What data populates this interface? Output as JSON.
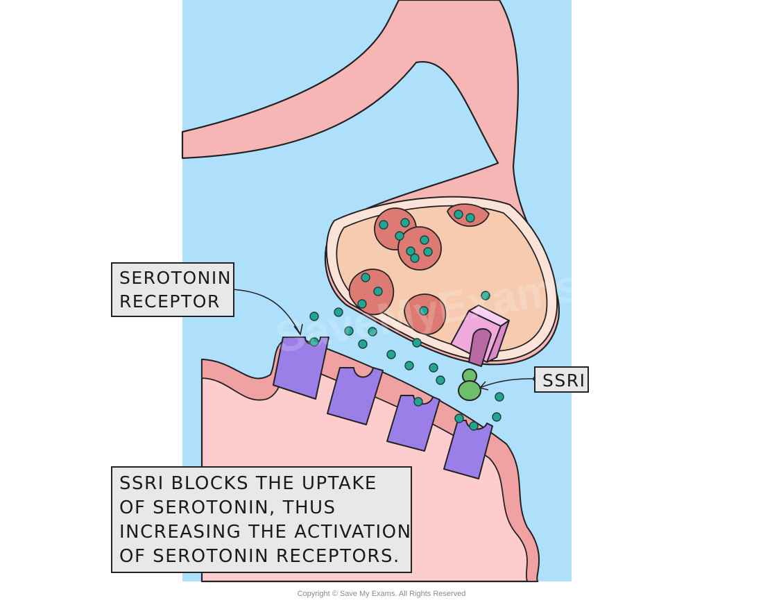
{
  "labels": {
    "serotonin_receptor": [
      "SEROTONIN",
      "RECEPTOR"
    ],
    "ssri": "SSRI"
  },
  "caption": [
    "SSRI BLOCKS THE UPTAKE",
    "OF SEROTONIN, THUS",
    "INCREASING THE ACTIVATION",
    "OF SEROTONIN RECEPTORS."
  ],
  "watermark": "SaveMyExams",
  "copyright": "Copyright © Save My Exams. All Rights Reserved",
  "colors": {
    "synaptic_cleft": "#aee0fb",
    "neuron": "#f6b6b6",
    "terminal_interior": "#f6cbb0",
    "vesicle": "#dd7a73",
    "serotonin": "#23a593",
    "receptor": "#9b7ee8",
    "reuptake_transporter": "#efa9dc",
    "ssri_molecule": "#6dbe6d",
    "postsynaptic_membrane": "#f0a1a1",
    "postsynaptic_cell": "#fdcccc"
  }
}
